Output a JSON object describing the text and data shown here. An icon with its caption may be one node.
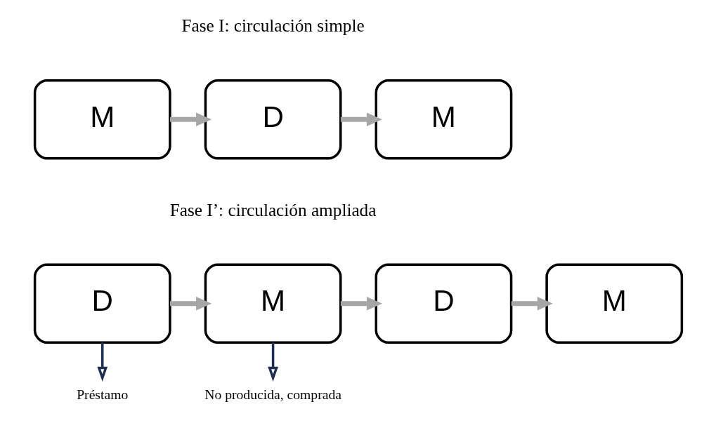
{
  "diagram": {
    "nodes": [
      {
        "text": [
          "M"
        ]
      },
      {
        "text": [
          "D"
        ]
      },
      {
        "text": [
          "M"
        ]
      },
      {
        "text": [
          "D"
        ]
      },
      {
        "text": [
          "M"
        ]
      },
      {
        "text": [
          "D"
        ]
      },
      {
        "text": [
          "M"
        ]
      },
      {
        "text": [
          "Préstamo"
        ]
      },
      {
        "text": [
          "No producida, comprada"
        ]
      }
    ],
    "edges": [
      {
        "from": 0,
        "to": 1,
        "arrow": "to"
      },
      {
        "from": 1,
        "to": 2,
        "arrow": "to"
      },
      {
        "from": 3,
        "to": 4,
        "arrow": "to"
      },
      {
        "from": 4,
        "to": 5,
        "arrow": "to"
      },
      {
        "from": 5,
        "to": 6,
        "arrow": "to"
      },
      {
        "from": 3,
        "to": 7,
        "arrow": "to",
        "color": "#1f3050"
      },
      {
        "from": 4,
        "to": 8,
        "arrow": "to",
        "color": "#1f3050"
      }
    ],
    "labels": [
      "Fase I: circulación simple",
      "Fase I’: circulación ampliada"
    ]
  }
}
